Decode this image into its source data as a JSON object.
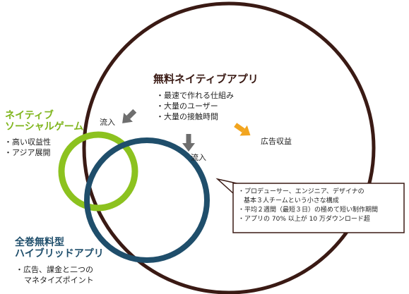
{
  "main": {
    "title": "無料ネイティブアプリ",
    "bullets": [
      "・最速で作れる仕組み",
      "・大量のユーザー",
      "・大量の接触時間"
    ]
  },
  "social": {
    "title_lines": [
      "ネイティブ",
      "ソーシャルゲーム"
    ],
    "bullets": [
      "・高い収益性",
      "・アジア展開"
    ]
  },
  "hybrid": {
    "title_lines": [
      "全巻無料型",
      "ハイブリッドアプリ"
    ],
    "bullets": [
      "・広告、課金と二つの",
      "マネタイズポイント"
    ]
  },
  "flows": {
    "inflow1": "流入",
    "inflow2": "流入",
    "ad_revenue": "広告収益"
  },
  "callout": {
    "lines": [
      "・プロデューサー、エンジニア、デザイナの",
      "基本３人チームという小さな構成",
      "・平均２週間（最短３日）の極めて短い制作期間",
      "・アプリの 70% 以上が 10 万ダウンロード超"
    ]
  },
  "colors": {
    "main_circle": "#3a1a14",
    "green_circle": "#8cc21f",
    "blue_circle": "#1f4e6b",
    "gray_arrow": "#6e6e6e",
    "orange_arrow": "#f2a51f"
  }
}
